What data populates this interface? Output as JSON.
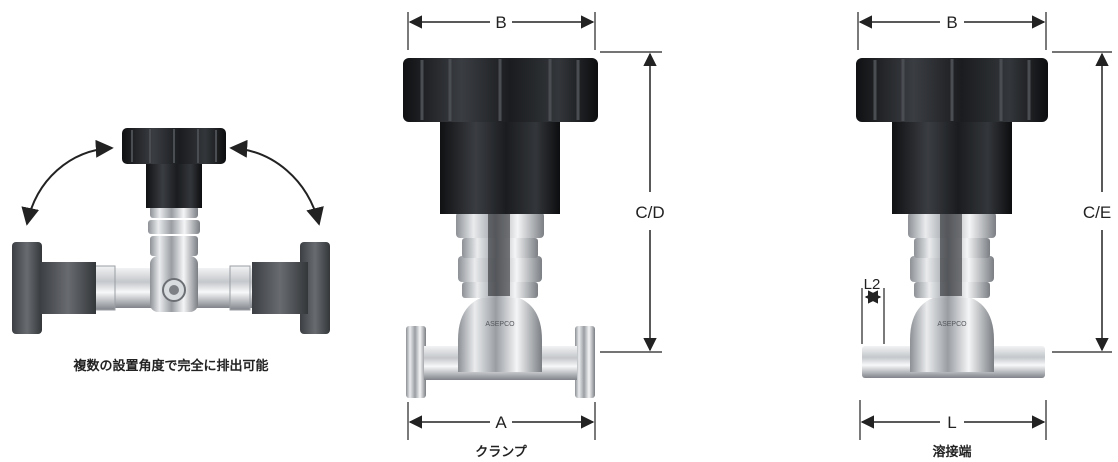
{
  "captions": {
    "left": "複数の設置角度で完全に排出可能",
    "clamp": "クランプ",
    "weld": "溶接端"
  },
  "clamp_valve": {
    "dim_top": "B",
    "dim_right": "C/D",
    "dim_bottom": "A"
  },
  "weld_valve": {
    "dim_top": "B",
    "dim_right": "C/E",
    "dim_bottom": "L",
    "dim_small": "L2"
  },
  "colors": {
    "handle": "#1d1f22",
    "steel": "#c9ccd0",
    "dimension_line": "#222222"
  }
}
